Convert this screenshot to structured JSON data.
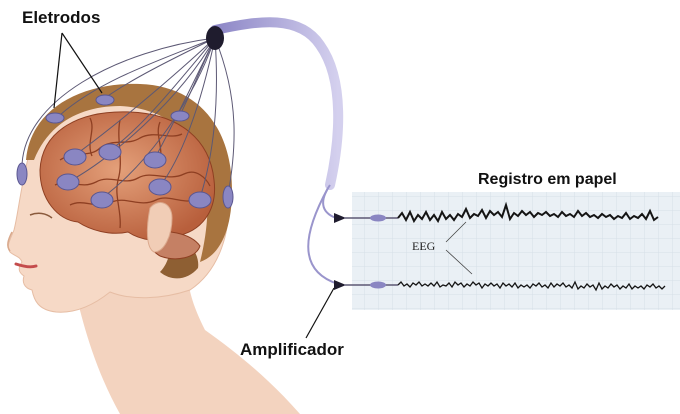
{
  "labels": {
    "electrodes": "Eletrodos",
    "paper_record": "Registro em papel",
    "amplifier": "Amplificador",
    "eeg": "EEG"
  },
  "colors": {
    "skin": "#f6d9c6",
    "skin_shadow": "#e9bfa6",
    "hair": "#a8743f",
    "brain": "#c9724c",
    "electrode": "#8a86c2",
    "cable": "#b9b3dc",
    "paper": "#e8edf3"
  }
}
